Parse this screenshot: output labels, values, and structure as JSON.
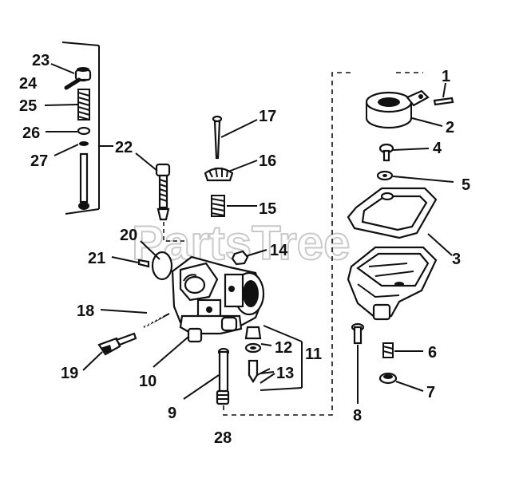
{
  "watermark": "PartsTree",
  "callouts": [
    {
      "id": "23",
      "text": "23"
    },
    {
      "id": "24",
      "text": "24"
    },
    {
      "id": "25",
      "text": "25"
    },
    {
      "id": "26",
      "text": "26"
    },
    {
      "id": "27",
      "text": "27"
    },
    {
      "id": "22",
      "text": "22"
    },
    {
      "id": "17",
      "text": "17"
    },
    {
      "id": "16",
      "text": "16"
    },
    {
      "id": "15",
      "text": "15"
    },
    {
      "id": "20",
      "text": "20"
    },
    {
      "id": "21",
      "text": "21"
    },
    {
      "id": "14",
      "text": "14"
    },
    {
      "id": "18",
      "text": "18"
    },
    {
      "id": "12",
      "text": "12"
    },
    {
      "id": "11",
      "text": "11"
    },
    {
      "id": "13",
      "text": "13"
    },
    {
      "id": "19",
      "text": "19"
    },
    {
      "id": "10",
      "text": "10"
    },
    {
      "id": "9",
      "text": "9"
    },
    {
      "id": "28",
      "text": "28"
    },
    {
      "id": "1",
      "text": "1"
    },
    {
      "id": "2",
      "text": "2"
    },
    {
      "id": "4",
      "text": "4"
    },
    {
      "id": "5",
      "text": "5"
    },
    {
      "id": "3",
      "text": "3"
    },
    {
      "id": "6",
      "text": "6"
    },
    {
      "id": "7",
      "text": "7"
    },
    {
      "id": "8",
      "text": "8"
    }
  ]
}
